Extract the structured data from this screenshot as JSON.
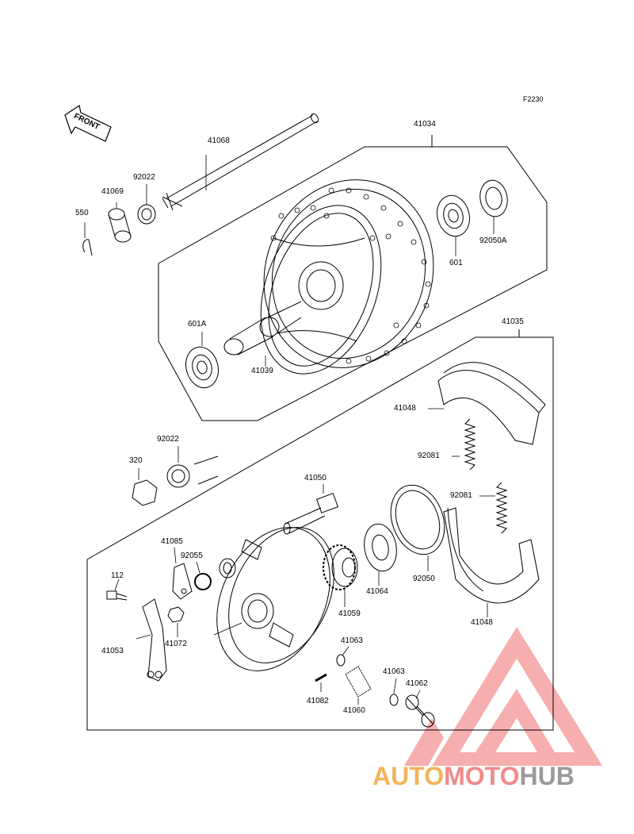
{
  "figure_code": "F2230",
  "front_label": "FRONT",
  "parts": {
    "p41068": "41068",
    "p41034": "41034",
    "p92022_top": "92022",
    "p41069": "41069",
    "p550": "550",
    "p601": "601",
    "p92050A": "92050A",
    "p601A": "601A",
    "p41039": "41039",
    "p41035": "41035",
    "p41048_top": "41048",
    "p92081_a": "92081",
    "p92081_b": "92081",
    "p92022_mid": "92022",
    "p320": "320",
    "p41050": "41050",
    "p41085": "41085",
    "p92055": "92055",
    "p112": "112",
    "p41053": "41053",
    "p41072": "41072",
    "p41059": "41059",
    "p41064": "41064",
    "p92050": "92050",
    "p41048_bot": "41048",
    "p41063_a": "41063",
    "p41063_b": "41063",
    "p41062": "41062",
    "p41082": "41082",
    "p41060": "41060"
  },
  "watermark": {
    "part1": "AUTO",
    "part2": "MOTO",
    "part3": "HUB",
    "colors": {
      "auto": "#f2b45a",
      "moto": "#f08a8a",
      "hub": "#9a9a9a",
      "logo": "#f07070"
    }
  }
}
